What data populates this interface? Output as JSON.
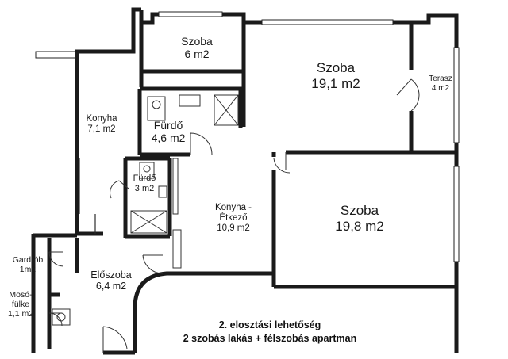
{
  "rooms": [
    {
      "id": "szoba-small",
      "name": "Szoba",
      "area": "6 m2"
    },
    {
      "id": "szoba-19-1",
      "name": "Szoba",
      "area": "19,1 m2"
    },
    {
      "id": "terasz",
      "name": "Terasz",
      "area": "4 m2"
    },
    {
      "id": "konyha",
      "name": "Konyha",
      "area": "7,1 m2"
    },
    {
      "id": "furdo-big",
      "name": "Fürdő",
      "area": "4,6 m2"
    },
    {
      "id": "furdo-small",
      "name": "Fürdő",
      "area": "3 m2"
    },
    {
      "id": "konyha-etkezo",
      "name_line1": "Konyha -",
      "name_line2": "Étkező",
      "area": "10,9 m2"
    },
    {
      "id": "szoba-19-8",
      "name": "Szoba",
      "area": "19,8 m2"
    },
    {
      "id": "gardrob",
      "name": "Gardrób",
      "area": "1m2"
    },
    {
      "id": "eloszoba",
      "name": "Előszoba",
      "area": "6,4 m2"
    },
    {
      "id": "mosofulke",
      "name_line1": "Mosó-",
      "name_line2": "fülke",
      "area": "1,1 m2"
    }
  ],
  "caption": {
    "line1": "2. elosztási lehetőség",
    "line2": "2 szobás lakás + félszobás apartman"
  }
}
